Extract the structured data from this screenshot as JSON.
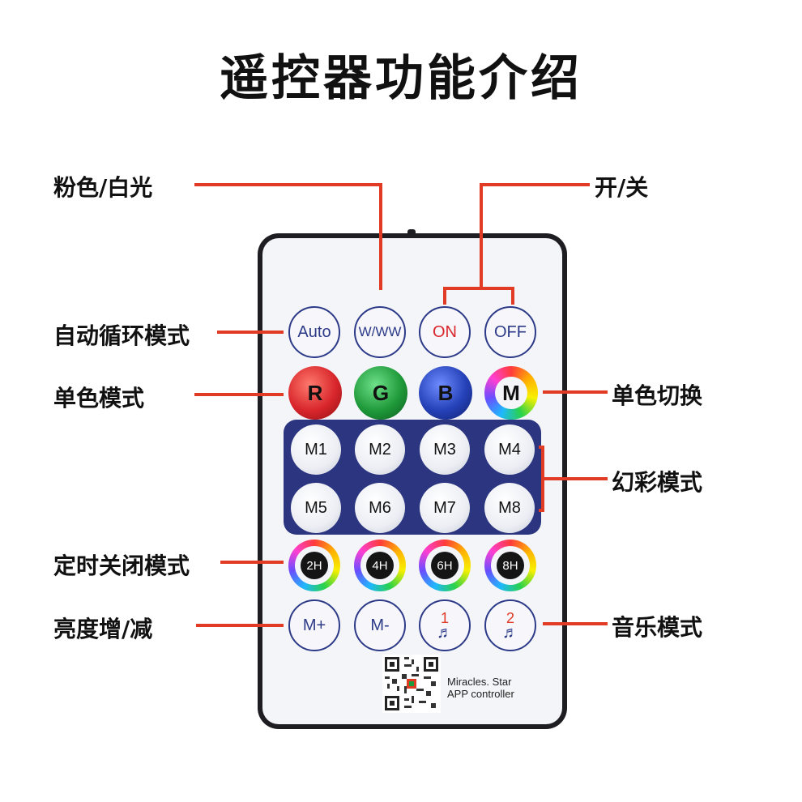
{
  "title": "遥控器功能介绍",
  "labels": {
    "pink_white": "粉色/白光",
    "on_off": "开/关",
    "auto_cycle": "自动循环模式",
    "single_color": "单色模式",
    "single_switch": "单色切换",
    "magic": "幻彩模式",
    "timer_off": "定时关闭模式",
    "brightness": "亮度增/减",
    "music": "音乐模式"
  },
  "remote": {
    "row1": [
      "Auto",
      "W/WW",
      "ON",
      "OFF"
    ],
    "row2": [
      "R",
      "G",
      "B",
      "M"
    ],
    "magic_row1": [
      "M1",
      "M2",
      "M3",
      "M4"
    ],
    "magic_row2": [
      "M5",
      "M6",
      "M7",
      "M8"
    ],
    "timers": [
      "2H",
      "4H",
      "6H",
      "8H"
    ],
    "brightness": [
      "M+",
      "M-"
    ],
    "music": [
      "1",
      "2"
    ],
    "qr_text_line1": "Miracles. Star",
    "qr_text_line2": "APP controller"
  },
  "colors": {
    "accent_line": "#e13a25",
    "remote_border": "#1d1d22",
    "panel": "#2b3580",
    "red_button": "#d8262c",
    "green_button": "#1f9a3a",
    "blue_button": "#2541b8"
  }
}
